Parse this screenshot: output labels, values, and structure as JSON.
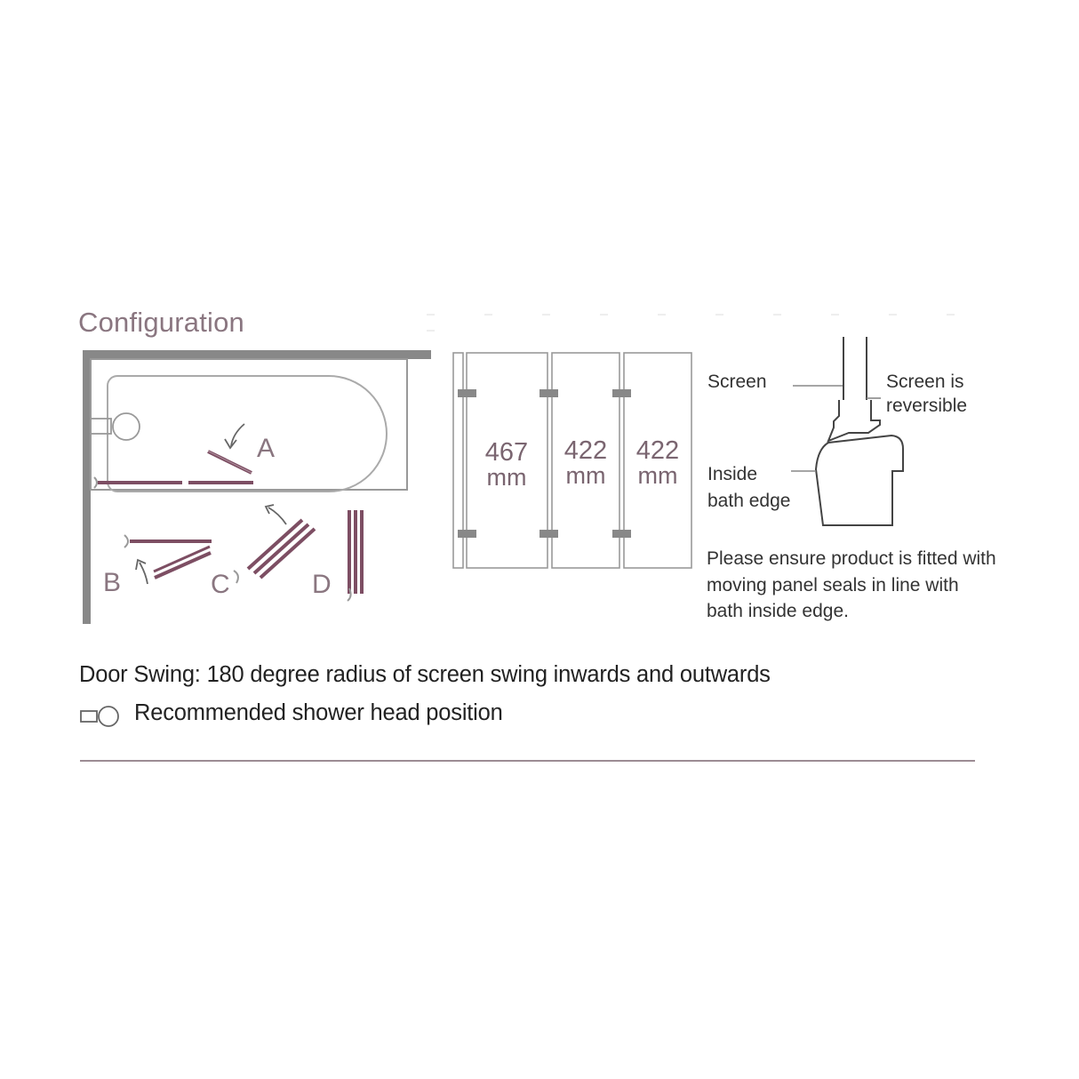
{
  "title": "Configuration",
  "positions": {
    "a": "A",
    "b": "B",
    "c": "C",
    "d": "D"
  },
  "panels": [
    {
      "value": "467",
      "unit": "mm"
    },
    {
      "value": "422",
      "unit": "mm"
    },
    {
      "value": "422",
      "unit": "mm"
    }
  ],
  "seal_detail": {
    "screen_label": "Screen",
    "reversible_label": [
      "Screen is",
      "reversible"
    ],
    "inside_label": [
      "Inside",
      "bath edge"
    ]
  },
  "note": "Please ensure product is fitted with moving panel seals in line with bath inside edge.",
  "door_swing": "Door Swing: 180 degree radius of screen swing inwards and outwards",
  "legend": {
    "icon": "shower-head-icon",
    "text": "Recommended shower head position"
  },
  "colors": {
    "accent": "#7d4e63",
    "wall": "#888888",
    "outline": "#999999",
    "text": "#333333"
  }
}
